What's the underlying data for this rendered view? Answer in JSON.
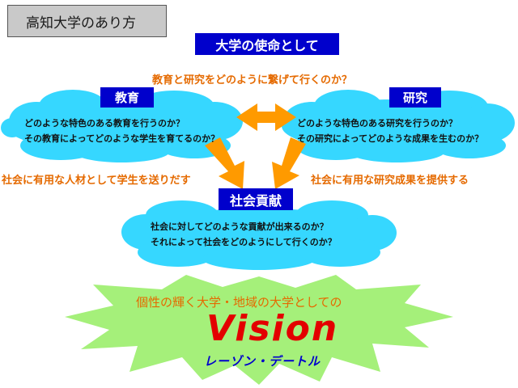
{
  "title": "高知大学のあり方",
  "mission_label": "大学の使命として",
  "bridge_question": "教育と研究をどのように繋げて行くのか？",
  "education": {
    "label": "教育",
    "lines": [
      "どのような特色のある教育を行うのか？",
      "その教育によってどのような学生を育てるのか？"
    ]
  },
  "research": {
    "label": "研究",
    "lines": [
      "どのような特色のある研究を行うのか？",
      "その研究によってどのような成果を生むのか？"
    ]
  },
  "edu_to_society": "社会に有用な人材として学生を送りだす",
  "res_to_society": "社会に有用な研究成果を提供する",
  "society": {
    "label": "社会貢献",
    "lines": [
      "社会に対してどのような貢献が出来るのか？",
      "それによって社会をどのようにして行くのか？"
    ]
  },
  "vision": {
    "subtitle": "個性の輝く大学・地域の大学としての",
    "word": "Vision",
    "reading": "レーゾン・デートル"
  },
  "colors": {
    "cloud": "#36d7ff",
    "label_bg": "#0000cc",
    "arrow": "#ff9a00",
    "star": "#a5f07a",
    "orange_text": "#e56a00",
    "vision_red": "#e30000"
  }
}
